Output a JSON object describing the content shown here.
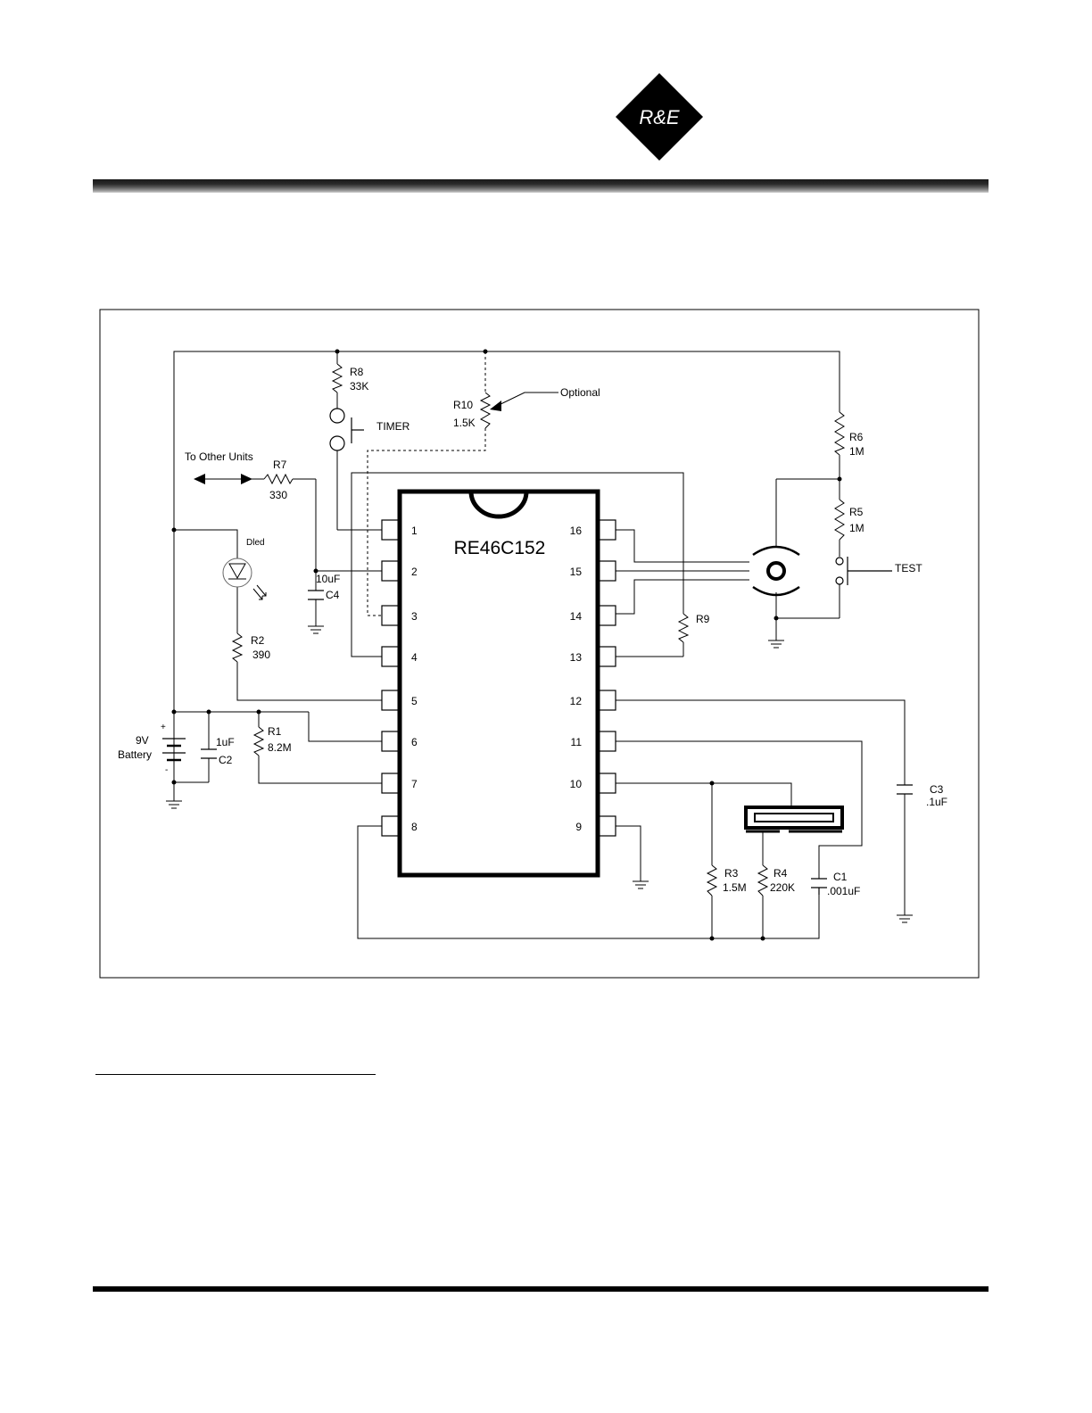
{
  "logo": {
    "text": "R&E"
  },
  "schematic": {
    "ic": {
      "part": "RE46C152",
      "left_pins": [
        "1",
        "2",
        "3",
        "4",
        "5",
        "6",
        "7",
        "8"
      ],
      "right_pins": [
        "16",
        "15",
        "14",
        "13",
        "12",
        "11",
        "10",
        "9"
      ]
    },
    "labels": {
      "r8": "R8",
      "r8_val": "33K",
      "r10": "R10",
      "r10_val": "1.5K",
      "optional": "Optional",
      "timer": "TIMER",
      "to_other_units": "To Other Units",
      "r7": "R7",
      "r7_val": "330",
      "diode": "Dled",
      "c4_val": "10uF",
      "c4": "C4",
      "r2": "R2",
      "r2_val": "390",
      "battery_v": "9V",
      "battery": "Battery",
      "plus": "+",
      "minus": "-",
      "c2_val": "1uF",
      "c2": "C2",
      "r1": "R1",
      "r1_val": "8.2M",
      "r6": "R6",
      "r6_val": "1M",
      "r5": "R5",
      "r5_val": "1M",
      "test": "TEST",
      "r9": "R9",
      "c3": "C3",
      "c3_val": ".1uF",
      "r3": "R3",
      "r3_val": "1.5M",
      "r4": "R4",
      "r4_val": "220K",
      "c1": "C1",
      "c1_val": ".001uF"
    }
  }
}
